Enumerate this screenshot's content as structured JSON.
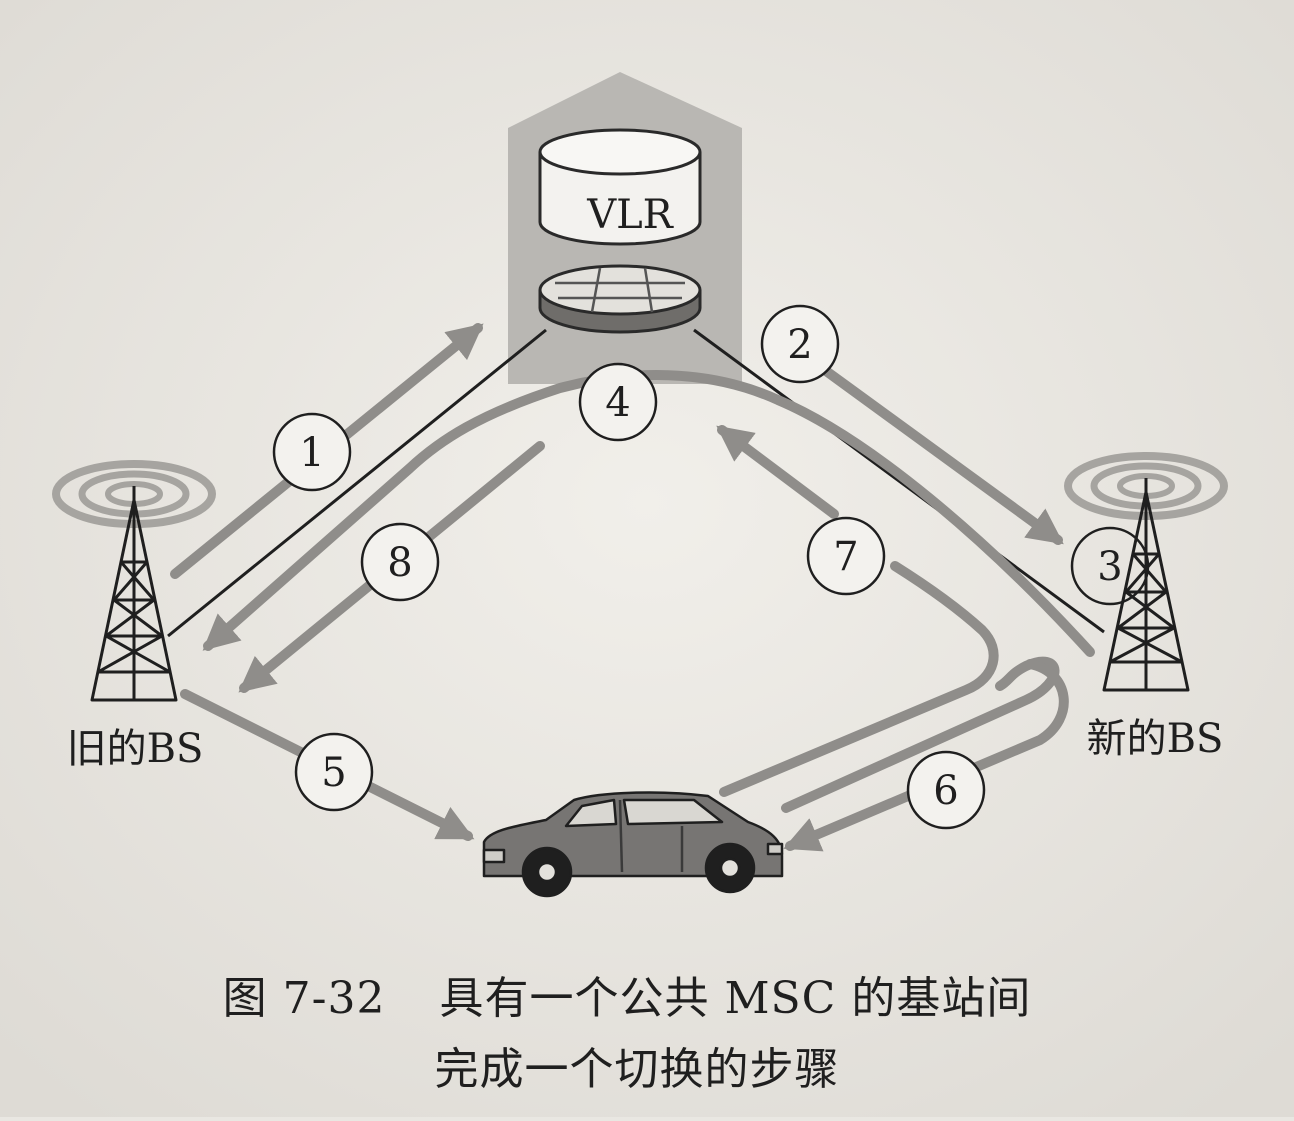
{
  "diagram": {
    "vlr_label": "VLR",
    "old_bs_label": "旧的BS",
    "new_bs_label": "新的BS",
    "steps": [
      "1",
      "2",
      "3",
      "4",
      "5",
      "6",
      "7",
      "8"
    ]
  },
  "caption": {
    "figure_number": "图 7-32",
    "line1": "具有一个公共 MSC 的基站间",
    "line2": "完成一个切换的步骤"
  },
  "colors": {
    "background": "#e9e7e2",
    "building": "#b9b7b3",
    "arrow": "#8f8d8a",
    "line": "#1f1f1f"
  }
}
